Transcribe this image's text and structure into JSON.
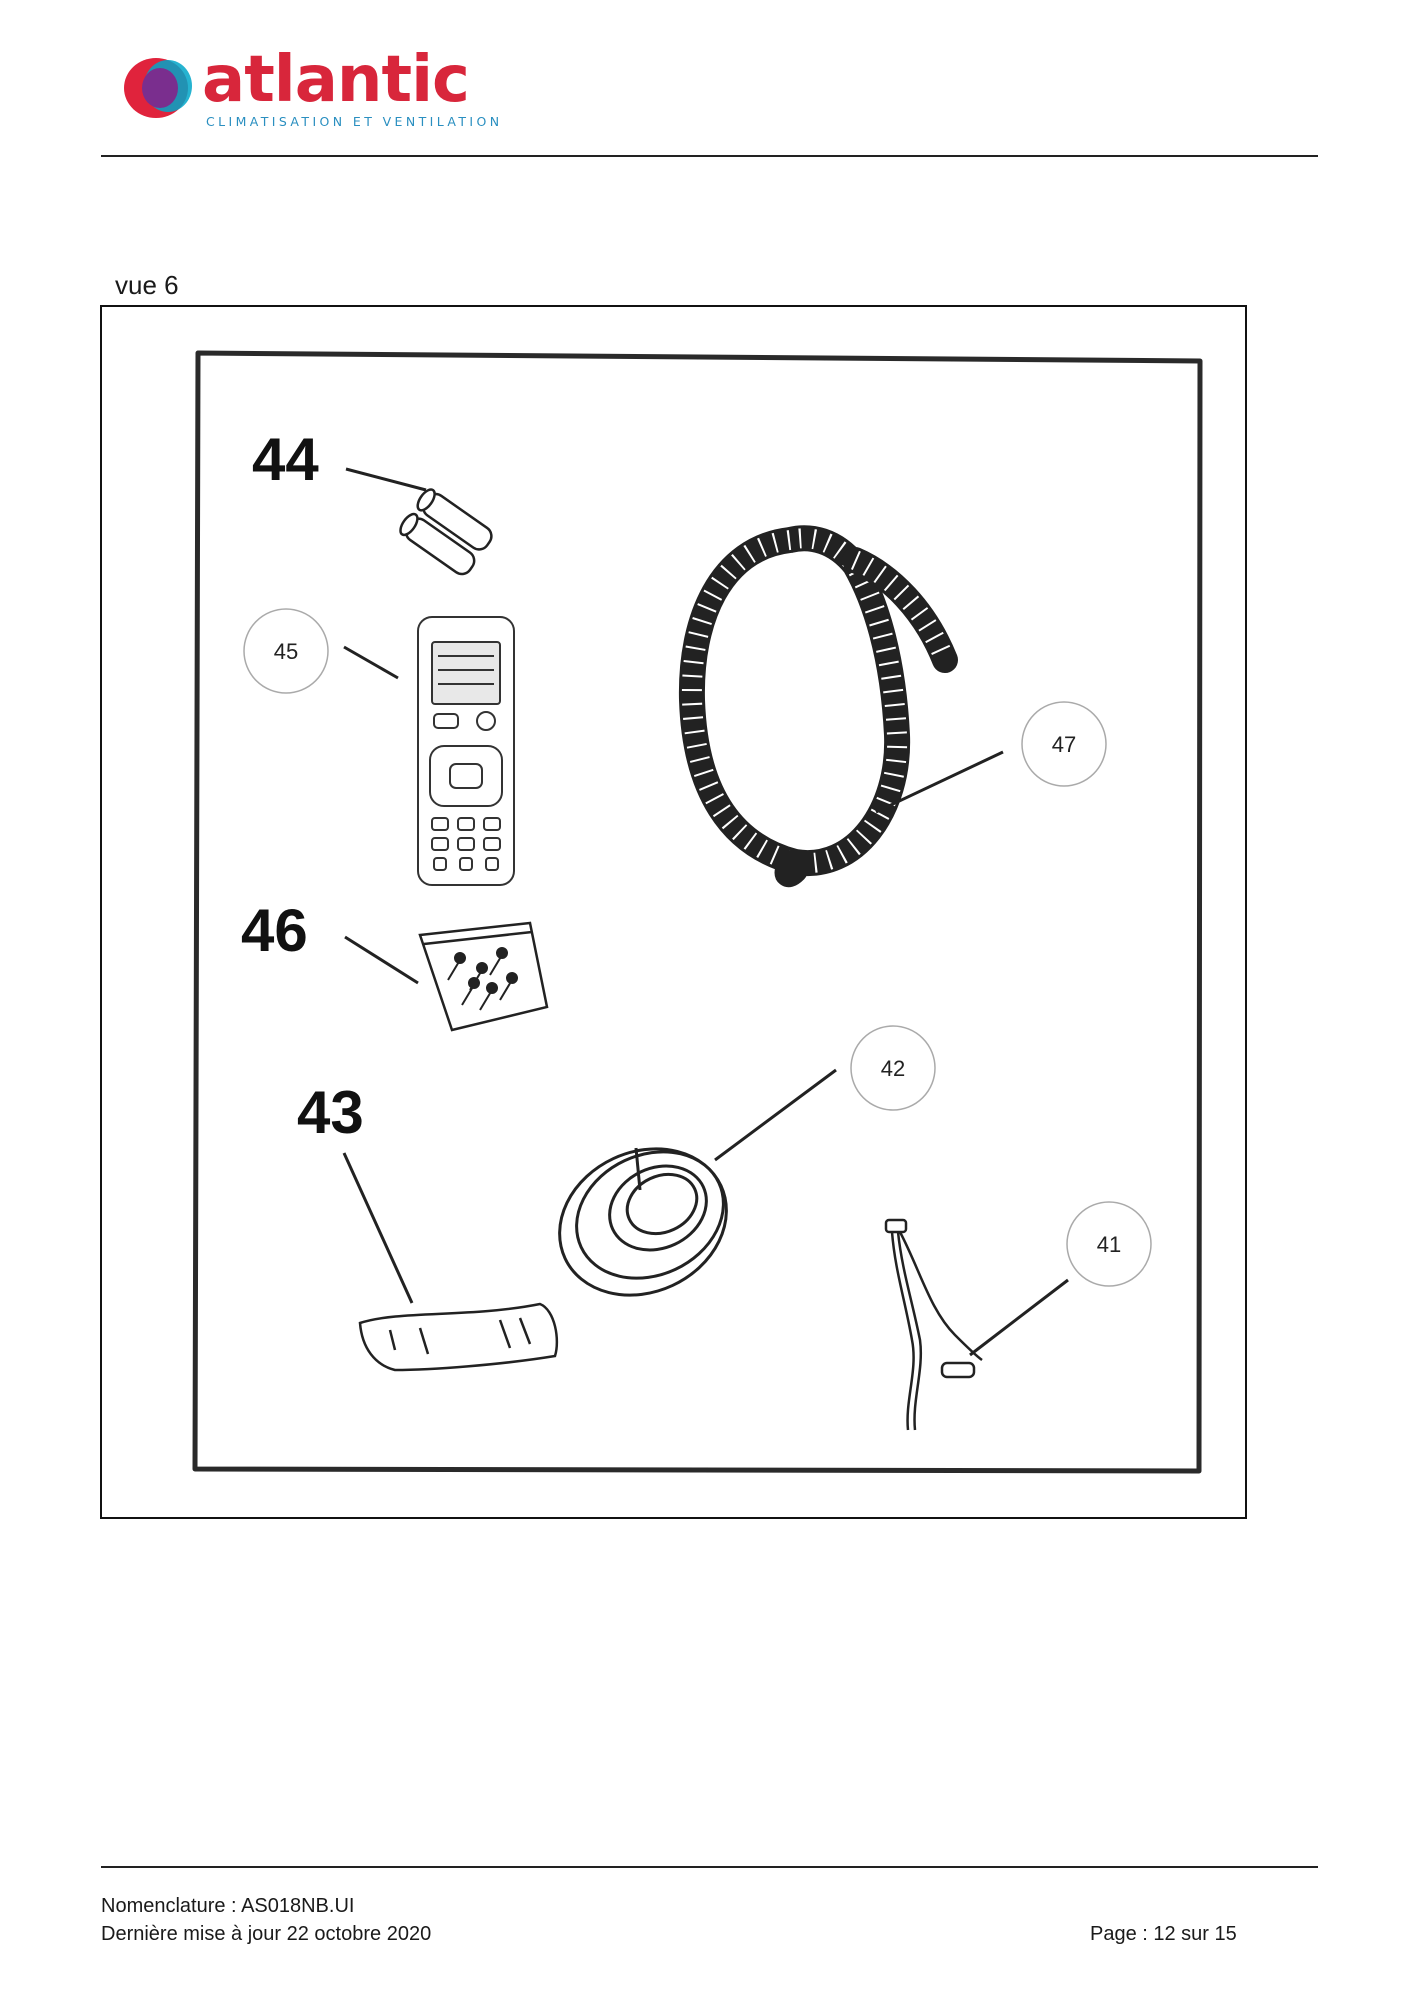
{
  "brand": {
    "name": "atlantic",
    "tagline": "CLIMATISATION ET VENTILATION",
    "colors": {
      "wordmark": "#d8263b",
      "tagline": "#2a8fc0",
      "mark_red": "#e0233c",
      "mark_blue": "#00a6c8",
      "mark_purple": "#7a2e8e"
    }
  },
  "view_label": "vue 6",
  "parts": {
    "p41": "41",
    "p42": "42",
    "p43": "43",
    "p44": "44",
    "p45": "45",
    "p46": "46",
    "p47": "47"
  },
  "footer": {
    "nomenclature": "Nomenclature : AS018NB.UI",
    "updated": "Dernière mise à jour 22 octobre 2020",
    "page": "Page : 12 sur 15"
  }
}
